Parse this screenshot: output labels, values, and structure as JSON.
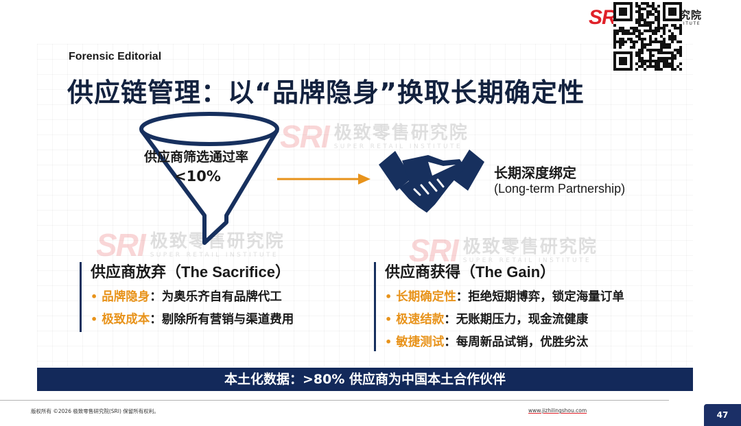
{
  "brand": {
    "mark": "SRI",
    "name_cn": "极致零售研究院",
    "name_en": "SUPER RETAIL INSTITUTE"
  },
  "slide": {
    "kicker": "Forensic Editorial",
    "title": "供应链管理：以“品牌隐身”换取长期确定性",
    "watermark": {
      "mark": "SRI",
      "cn": "极致零售研究院",
      "en": "SUPER RETAIL INSTITUTE"
    },
    "funnel": {
      "label": "供应商筛选通过率",
      "value": "<10%"
    },
    "partnership": {
      "label_cn": "长期深度绑定",
      "label_en": "(Long-term Partnership)"
    },
    "sacrifice": {
      "heading_cn": "供应商放弃（",
      "heading_en": "The Sacrifice",
      "heading_close": "）",
      "items": [
        {
          "highlight": "品牌隐身",
          "text": "：为奥乐齐自有品牌代工"
        },
        {
          "highlight": "极致成本",
          "text": "：剔除所有营销与渠道费用"
        }
      ]
    },
    "gain": {
      "heading_cn": "供应商获得（",
      "heading_en": "The Gain",
      "heading_close": "）",
      "items": [
        {
          "highlight": "长期确定性",
          "text": "：拒绝短期博弈，锁定海量订单"
        },
        {
          "highlight": "极速结款",
          "text": "：无账期压力，现金流健康"
        },
        {
          "highlight": "敏捷测试",
          "text": "：每周新品试销，优胜劣汰"
        }
      ]
    },
    "banner": "本土化数据：>80% 供应商为中国本土合作伙伴",
    "colors": {
      "navy": "#13295a",
      "accent": "#e8931b",
      "brand_red": "#e0222a"
    }
  },
  "footer": {
    "copyright": "版权所有 ©2026  极致零售研究院(SRI)  保留所有权利。",
    "website": "www.jizhilingshou.com",
    "page_number": "47"
  }
}
